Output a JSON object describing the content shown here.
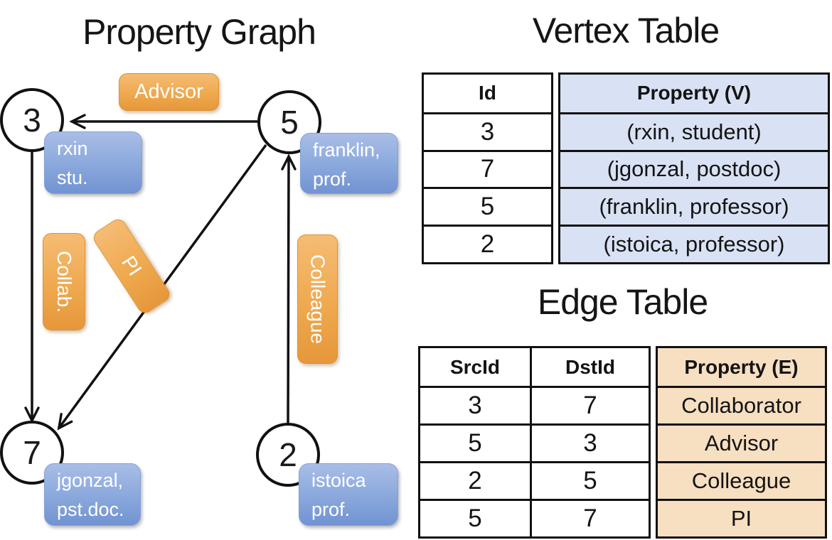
{
  "graph": {
    "title": "Property Graph",
    "nodes": [
      {
        "id": "3",
        "property_line1": "rxin",
        "property_line2": "stu."
      },
      {
        "id": "5",
        "property_line1": "franklin,",
        "property_line2": "prof."
      },
      {
        "id": "7",
        "property_line1": "jgonzal,",
        "property_line2": "pst.doc."
      },
      {
        "id": "2",
        "property_line1": "istoica",
        "property_line2": "prof."
      }
    ],
    "edge_labels": {
      "advisor": "Advisor",
      "collab": "Collab.",
      "pi": "PI",
      "colleague": "Colleague"
    },
    "edges": [
      {
        "from": "5",
        "to": "3",
        "label": "Advisor"
      },
      {
        "from": "3",
        "to": "7",
        "label": "Collab."
      },
      {
        "from": "5",
        "to": "7",
        "label": "PI"
      },
      {
        "from": "2",
        "to": "5",
        "label": "Colleague"
      }
    ]
  },
  "vertex_table": {
    "title": "Vertex Table",
    "columns": {
      "id": "Id",
      "property": "Property (V)"
    },
    "rows": [
      {
        "id": "3",
        "property": "(rxin, student)"
      },
      {
        "id": "7",
        "property": "(jgonzal, postdoc)"
      },
      {
        "id": "5",
        "property": "(franklin, professor)"
      },
      {
        "id": "2",
        "property": "(istoica, professor)"
      }
    ]
  },
  "edge_table": {
    "title": "Edge Table",
    "columns": {
      "src": "SrcId",
      "dst": "DstId",
      "property": "Property (E)"
    },
    "rows": [
      {
        "src": "3",
        "dst": "7",
        "property": "Collaborator"
      },
      {
        "src": "5",
        "dst": "3",
        "property": "Advisor"
      },
      {
        "src": "2",
        "dst": "5",
        "property": "Colleague"
      },
      {
        "src": "5",
        "dst": "7",
        "property": "PI"
      }
    ]
  },
  "colors": {
    "edge_label_fill": "#EFA94F",
    "vertex_box_fill": "#8FACDE",
    "vertex_table_property_fill": "#D9E2F4",
    "edge_table_property_fill": "#F7DFC1",
    "line": "#111111"
  }
}
